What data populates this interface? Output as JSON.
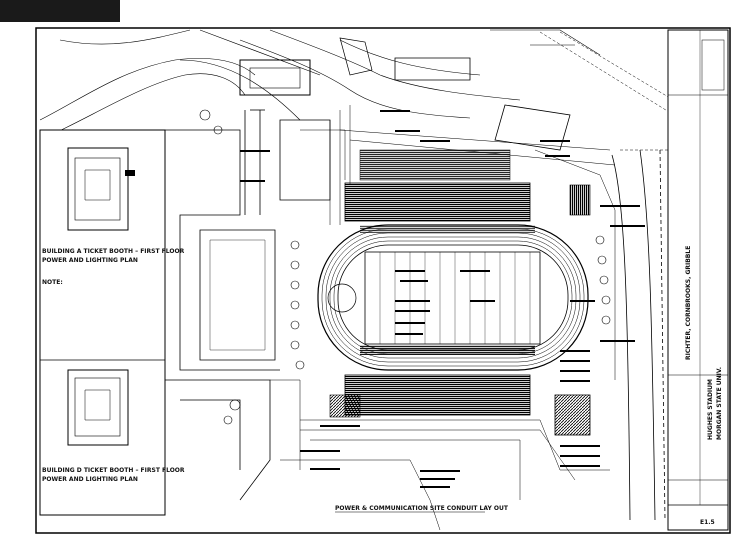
{
  "sheet": {
    "booth_a_title": "BUILDING A TICKET BOOTH – FIRST FLOOR",
    "booth_a_subtitle": "POWER AND LIGHTING PLAN",
    "booth_a_note": "NOTE:",
    "booth_d_title": "BUILDING D TICKET BOOTH – FIRST FLOOR",
    "booth_d_subtitle": "POWER AND LIGHTING PLAN",
    "site_plan_title": "POWER & COMMUNICATION SITE CONDUIT LAY OUT",
    "project_name": "HUGHES STADIUM",
    "project_location": "MORGAN STATE UNIV.",
    "firm": "RICHTER, CORNBROOKS, GRIBBLE",
    "sheet_number": "E1.5"
  }
}
